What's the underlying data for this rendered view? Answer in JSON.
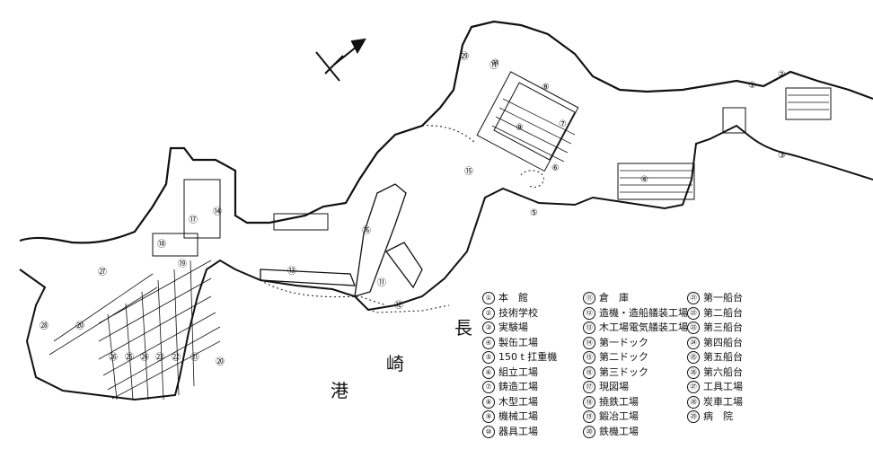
{
  "sea_name": [
    "長",
    "崎",
    "港"
  ],
  "map_labels": [
    "①",
    "②",
    "③",
    "④",
    "⑤",
    "⑥",
    "⑦",
    "⑧",
    "⑨",
    "⑩",
    "⑪",
    "⑪",
    "⑫",
    "⑬",
    "⑭",
    "⑮",
    "⑯",
    "⑰",
    "⑱",
    "⑲",
    "⑳",
    "⑳",
    "㉑",
    "㉒",
    "㉓",
    "㉔",
    "㉕",
    "㉖",
    "㉗",
    "㉘",
    "㉙"
  ],
  "legend": [
    {
      "num": "①",
      "text": "本　館"
    },
    {
      "num": "②",
      "text": "技術学校"
    },
    {
      "num": "③",
      "text": "実験場"
    },
    {
      "num": "④",
      "text": "製缶工場"
    },
    {
      "num": "⑤",
      "text": "150 t 扛重機"
    },
    {
      "num": "⑥",
      "text": "組立工場"
    },
    {
      "num": "⑦",
      "text": "鋳造工場"
    },
    {
      "num": "⑧",
      "text": "木型工場"
    },
    {
      "num": "⑨",
      "text": "機械工場"
    },
    {
      "num": "⑩",
      "text": "器具工場"
    },
    {
      "num": "⑪",
      "text": "倉　庫"
    },
    {
      "num": "⑫",
      "text": "造機・造船艤装工場"
    },
    {
      "num": "⑬",
      "text": "木工場電気艤装工場"
    },
    {
      "num": "⑭",
      "text": "第一ドック"
    },
    {
      "num": "⑮",
      "text": "第二ドック"
    },
    {
      "num": "⑯",
      "text": "第三ドック"
    },
    {
      "num": "⑰",
      "text": "現図場"
    },
    {
      "num": "⑱",
      "text": "撓鉄工場"
    },
    {
      "num": "⑲",
      "text": "鍛冶工場"
    },
    {
      "num": "⑳",
      "text": "鉄機工場"
    },
    {
      "num": "㉑",
      "text": "第一船台"
    },
    {
      "num": "㉒",
      "text": "第二船台"
    },
    {
      "num": "㉓",
      "text": "第三船台"
    },
    {
      "num": "㉔",
      "text": "第四船台"
    },
    {
      "num": "㉕",
      "text": "第五船台"
    },
    {
      "num": "㉖",
      "text": "第六船台"
    },
    {
      "num": "㉗",
      "text": "工具工場"
    },
    {
      "num": "㉘",
      "text": "炭車工場"
    },
    {
      "num": "㉙",
      "text": "病　院"
    }
  ]
}
